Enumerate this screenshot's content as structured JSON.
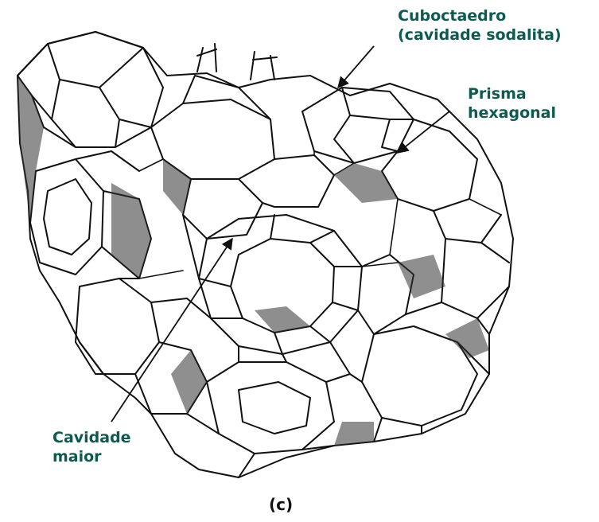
{
  "labels": {
    "sodalite_line1": "Cuboctaedro",
    "sodalite_line2": "(cavidade sodalita)",
    "prism_line1": "Prisma",
    "prism_line2": "hexagonal",
    "cavity_line1": "Cavidade",
    "cavity_line2": "maior"
  },
  "caption": "(c)",
  "colors": {
    "label": "#0c5a50",
    "line": "#111111",
    "paper": "#ffffff"
  }
}
